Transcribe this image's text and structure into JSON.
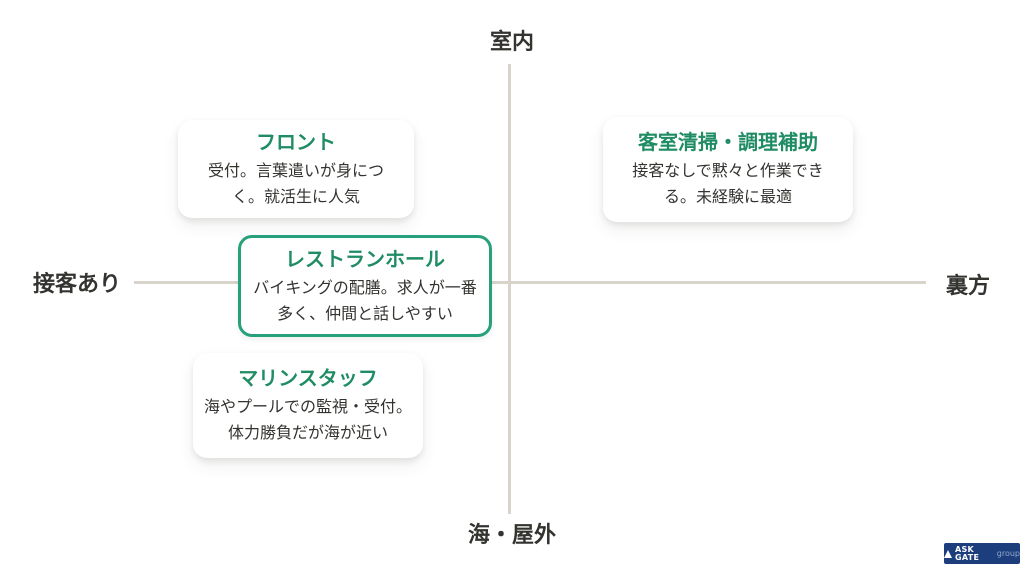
{
  "diagram": {
    "axes": {
      "top": "室内",
      "bottom": "海・屋外",
      "left": "接客あり",
      "right": "裏方"
    },
    "cards": [
      {
        "title": "フロント",
        "lines": [
          "受付。言葉遣いが身につ",
          "く。就活生に人気"
        ],
        "highlighted": false
      },
      {
        "title": "客室清掃・調理補助",
        "lines": [
          "接客なしで黙々と作業でき",
          "る。未経験に最適"
        ],
        "highlighted": false
      },
      {
        "title": "レストランホール",
        "lines": [
          "バイキングの配膳。求人が一番",
          "多く、仲間と話しやすい"
        ],
        "highlighted": true
      },
      {
        "title": "マリンスタッフ",
        "lines": [
          "海やプールでの監視・受付。",
          "体力勝負だが海が近い"
        ],
        "highlighted": false
      }
    ],
    "colors": {
      "accent_green": "#1f8c64",
      "highlight_border_green": "#27a07c",
      "axis_line_gray": "#d8d4cb",
      "text_dark": "#333330",
      "logo_navy": "#1d3e7d"
    },
    "logo": {
      "brand": "ASK GATE",
      "suffix": "group"
    }
  }
}
